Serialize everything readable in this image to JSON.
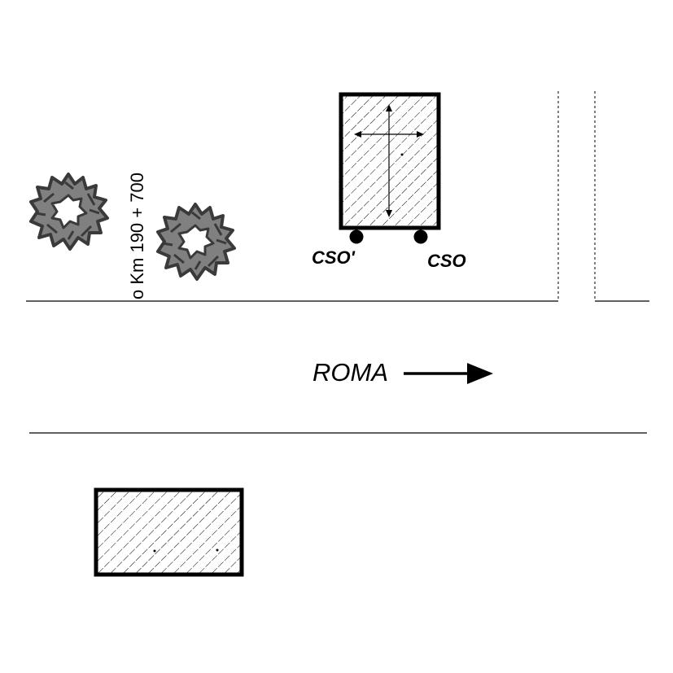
{
  "labels": {
    "km_marker": "o Km 190 + 700",
    "cso_prime": "CSO'",
    "cso": "CSO",
    "direction": "ROMA"
  }
}
